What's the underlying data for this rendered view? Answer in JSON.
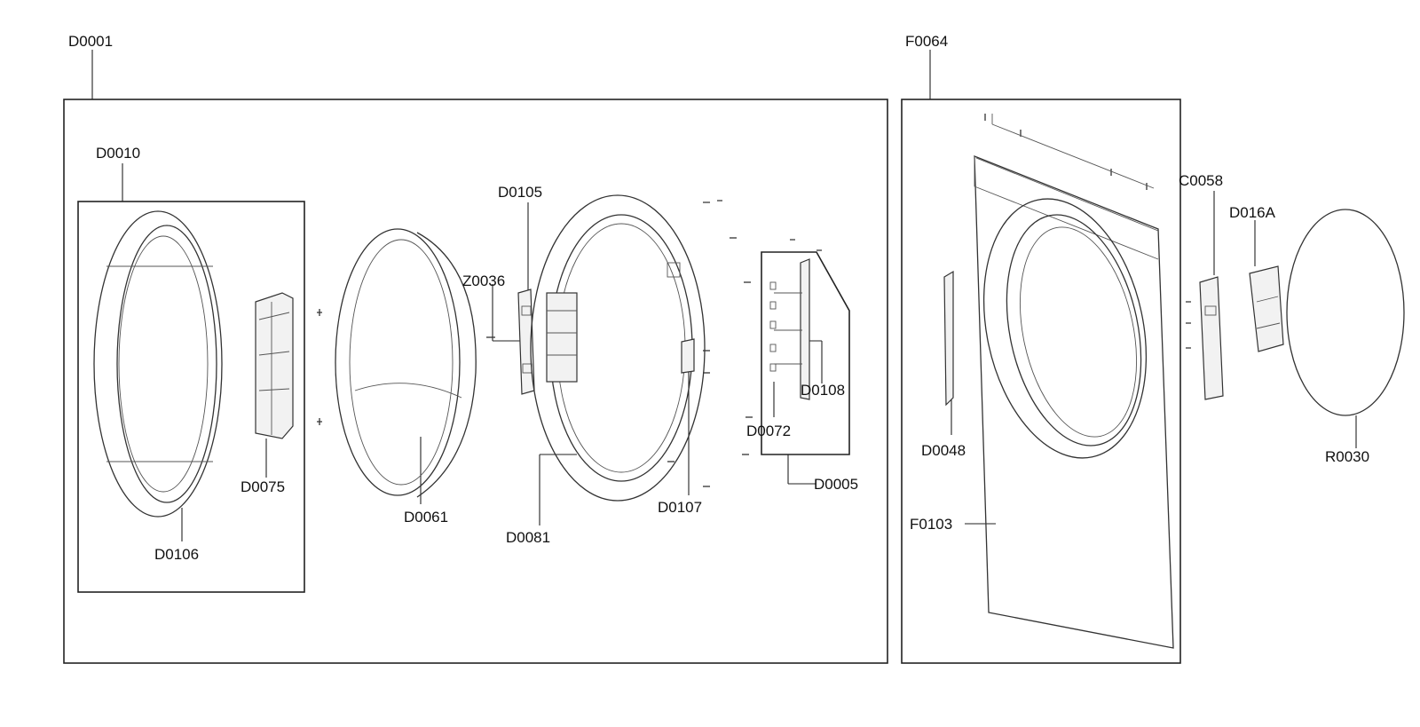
{
  "labels": {
    "d0001": "D0001",
    "f0064": "F0064",
    "d0010": "D0010",
    "d0106": "D0106",
    "d0075": "D0075",
    "d0061": "D0061",
    "z0036": "Z0036",
    "d0105": "D0105",
    "d0081": "D0081",
    "d0107": "D0107",
    "d0108": "D0108",
    "d0072": "D0072",
    "d0005": "D0005",
    "d0048": "D0048",
    "f0103": "F0103",
    "c0058": "C0058",
    "d016a": "D016A",
    "r0030": "R0030"
  }
}
